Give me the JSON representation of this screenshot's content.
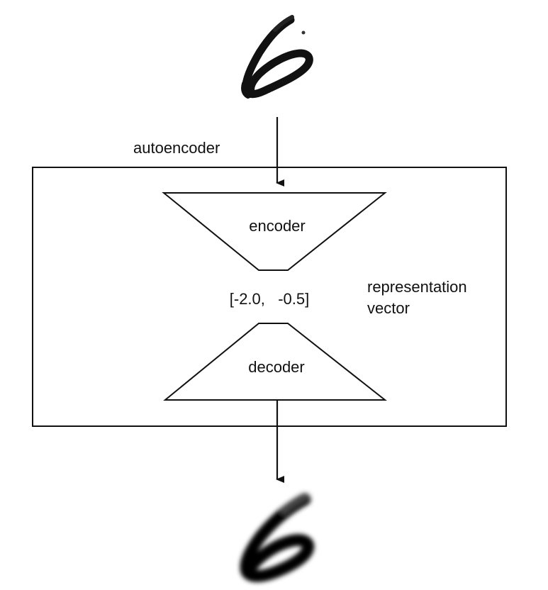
{
  "diagram": {
    "title_label": "autoencoder",
    "encoder_label": "encoder",
    "decoder_label": "decoder",
    "representation": {
      "values_text": "[-2.0,   -0.5]",
      "label_line1": "representation",
      "label_line2": "vector"
    },
    "input_image": "handwritten digit 6 (input)",
    "output_image": "reconstructed blurry digit 6 (output)"
  }
}
